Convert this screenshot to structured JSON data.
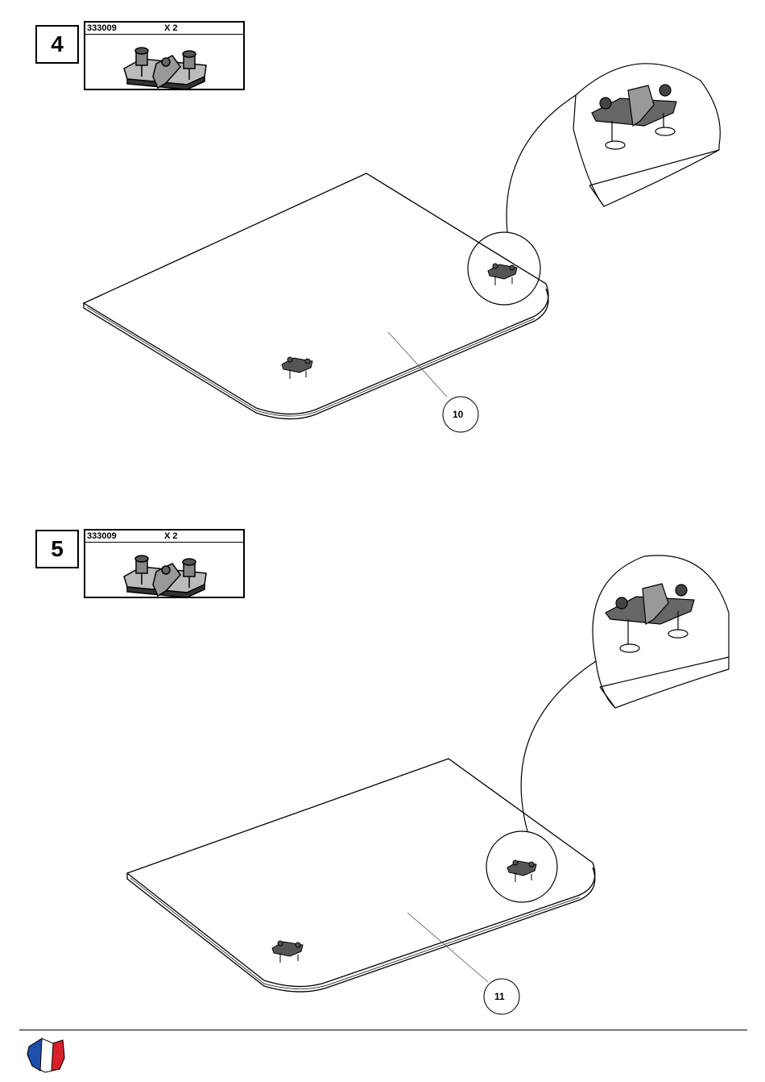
{
  "steps": [
    {
      "number": "4",
      "part_code": "333009",
      "quantity": "X 2",
      "panel_label": "10"
    },
    {
      "number": "5",
      "part_code": "333009",
      "quantity": "X 2",
      "panel_label": "11"
    }
  ],
  "footer": {
    "flag_icon": "france-flag-icon"
  },
  "colors": {
    "flag_blue": "#1f4fa8",
    "flag_red": "#d8202a",
    "line": "#000000"
  }
}
